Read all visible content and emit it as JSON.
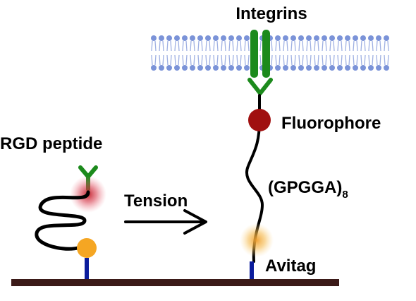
{
  "labels": {
    "integrins": "Integrins",
    "fluorophore": "Fluorophore",
    "rgd_peptide": "RGD peptide",
    "tension": "Tension",
    "linker_main": "(GPGGA)",
    "linker_sub": "8",
    "avitag": "Avitag"
  },
  "colors": {
    "membrane_head": "#7b93d8",
    "membrane_tail": "#9fb0e2",
    "integrin": "#1c8a1c",
    "fluorophore": "#a01010",
    "quencher_glow": "#f5a623",
    "biotin_ball": "#f5a623",
    "anchor": "#0b1c9c",
    "substrate": "#3b1a18",
    "strand": "#000000"
  }
}
